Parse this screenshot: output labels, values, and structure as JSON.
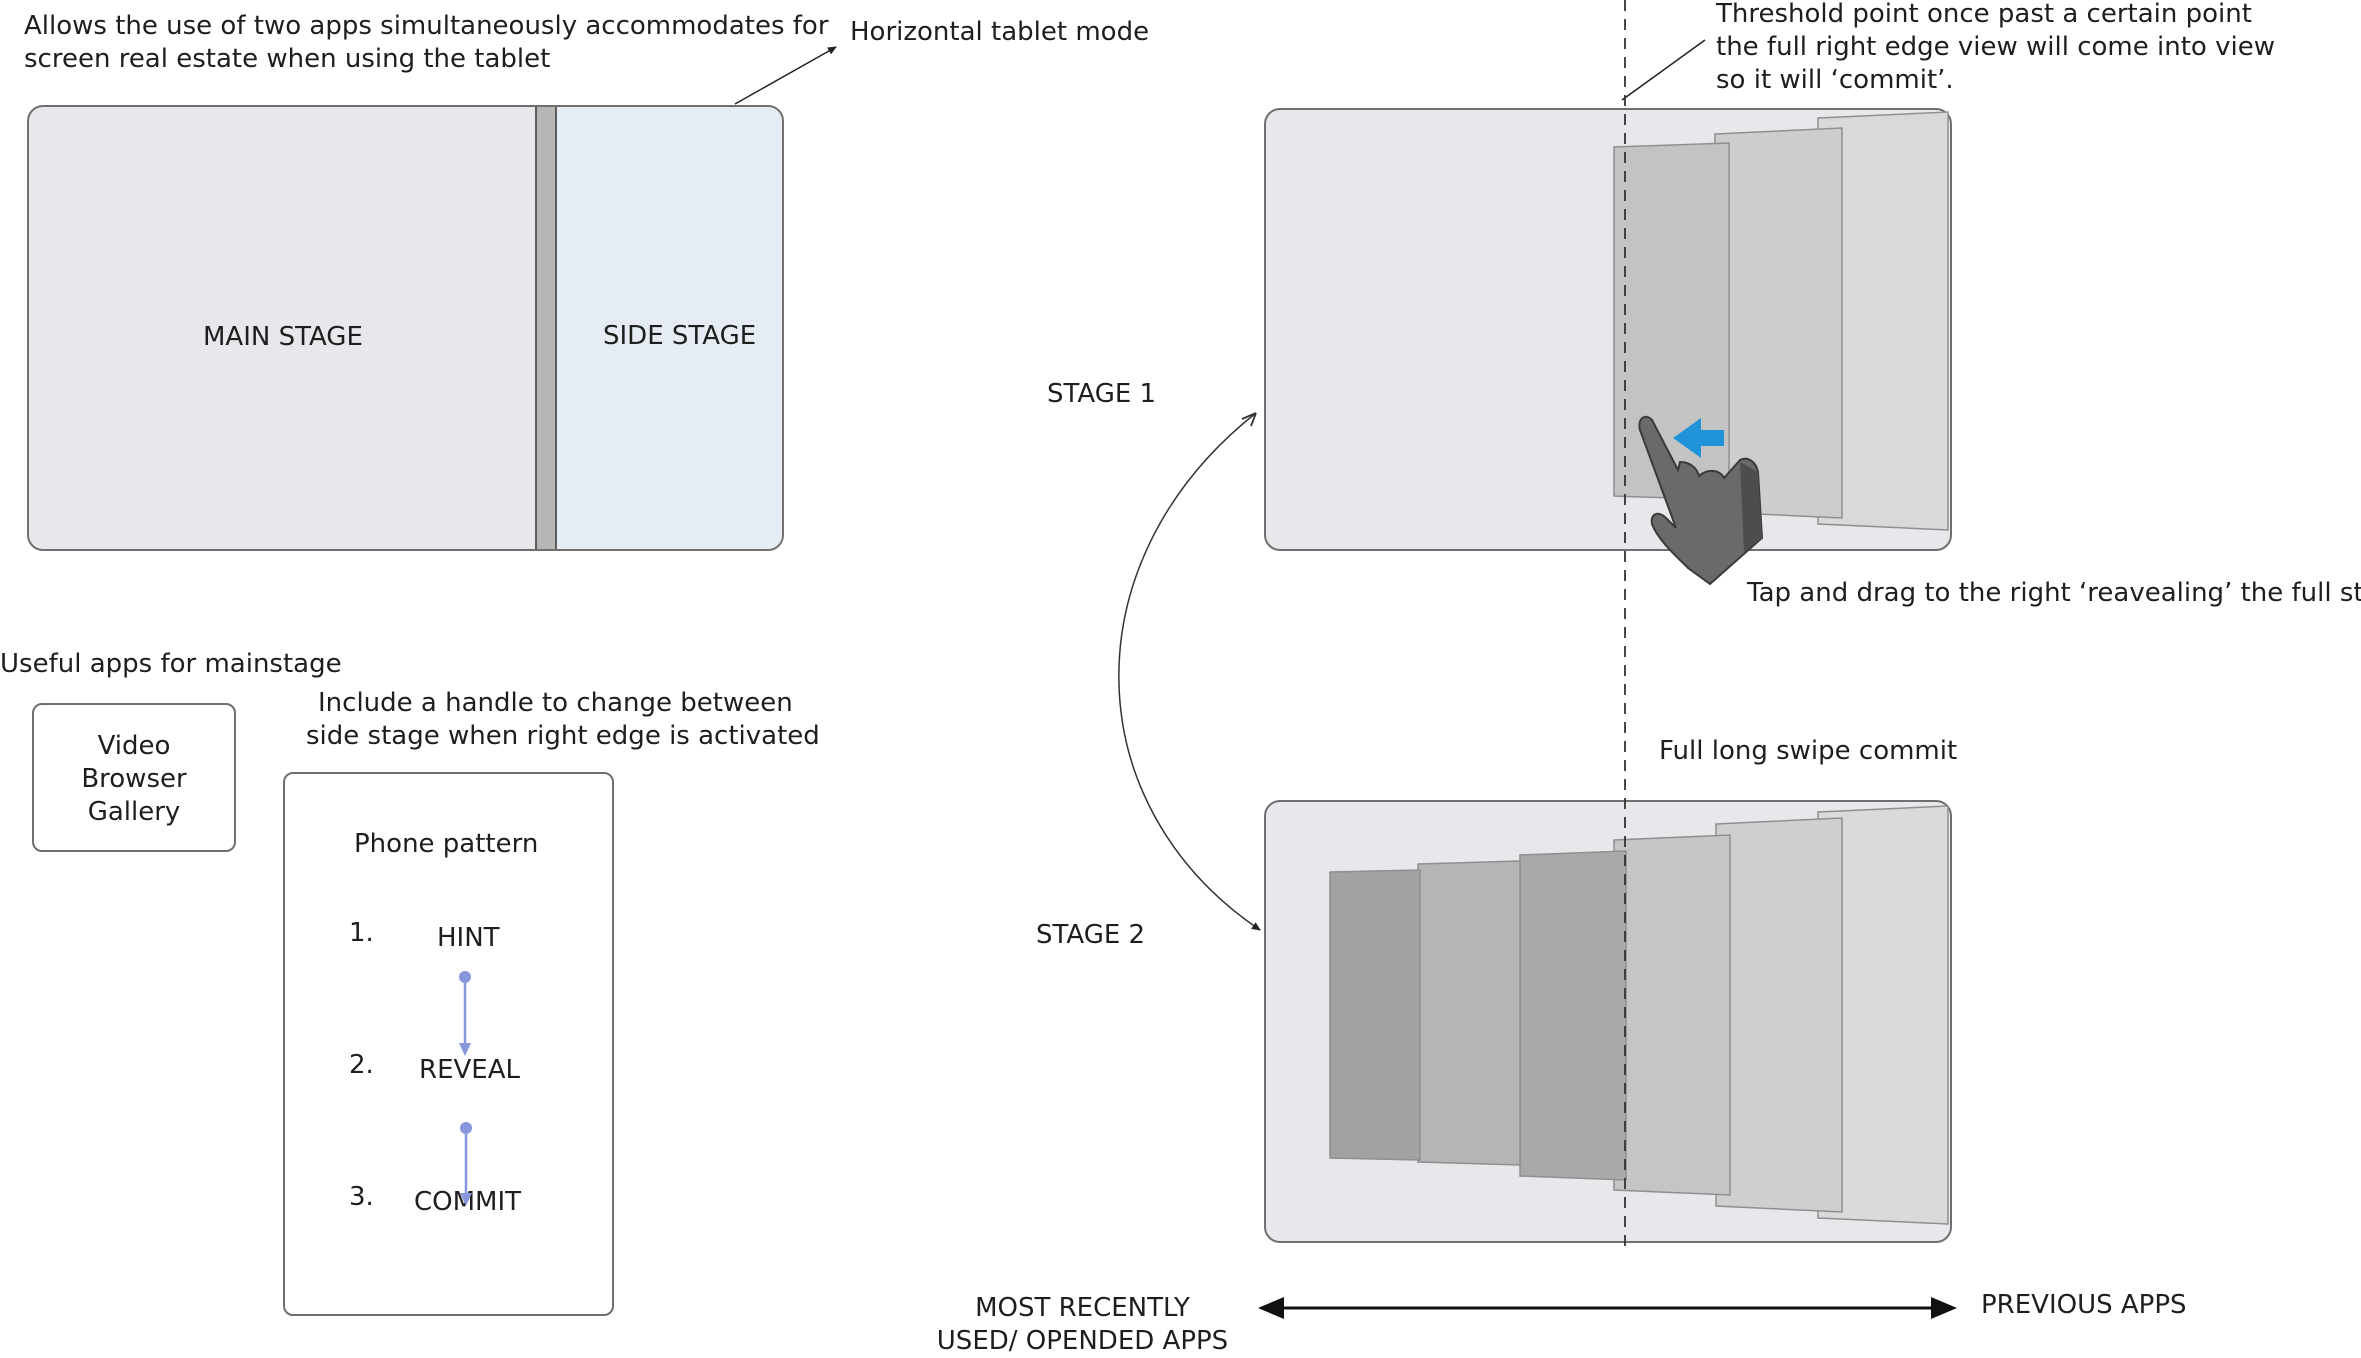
{
  "colors": {
    "accent_blue": "#2193d8",
    "flow_blue": "#8796dd",
    "stage_bg": "#e8e7eb",
    "side_stage_bg": "#e5ecf4"
  },
  "top_left": {
    "note": [
      "Allows the use of two apps simultaneously accommodates for",
      "screen real estate when using the tablet"
    ],
    "mode_label": "Horizontal tablet mode",
    "main_stage_label": "MAIN STAGE",
    "side_stage_label": "SIDE STAGE"
  },
  "useful_apps": {
    "heading": "Useful apps for mainstage",
    "items": [
      "Video",
      "Browser",
      "Gallery"
    ]
  },
  "phone": {
    "note": [
      "Include a handle to change between",
      "side stage when right edge is activated"
    ],
    "title": "Phone pattern",
    "steps": [
      {
        "number": "1.",
        "label": "HINT"
      },
      {
        "number": "2.",
        "label": "REVEAL"
      },
      {
        "number": "3.",
        "label": "COMMIT"
      }
    ]
  },
  "stages": {
    "threshold_note": [
      "Threshold point once past a certain point",
      "the full right edge view will come into view",
      "so it will ‘commit’."
    ],
    "stage1_label": "STAGE 1",
    "stage2_label": "STAGE 2",
    "tap_note": "Tap and drag to the right ‘reavealing’ the full stack",
    "swipe_note": "Full long swipe commit",
    "icons": [
      "hand-pointer-icon",
      "arrow-left-icon"
    ]
  },
  "axis": {
    "left_label": [
      "MOST RECENTLY",
      "USED/ OPENDED APPS"
    ],
    "right_label": "PREVIOUS APPS"
  }
}
